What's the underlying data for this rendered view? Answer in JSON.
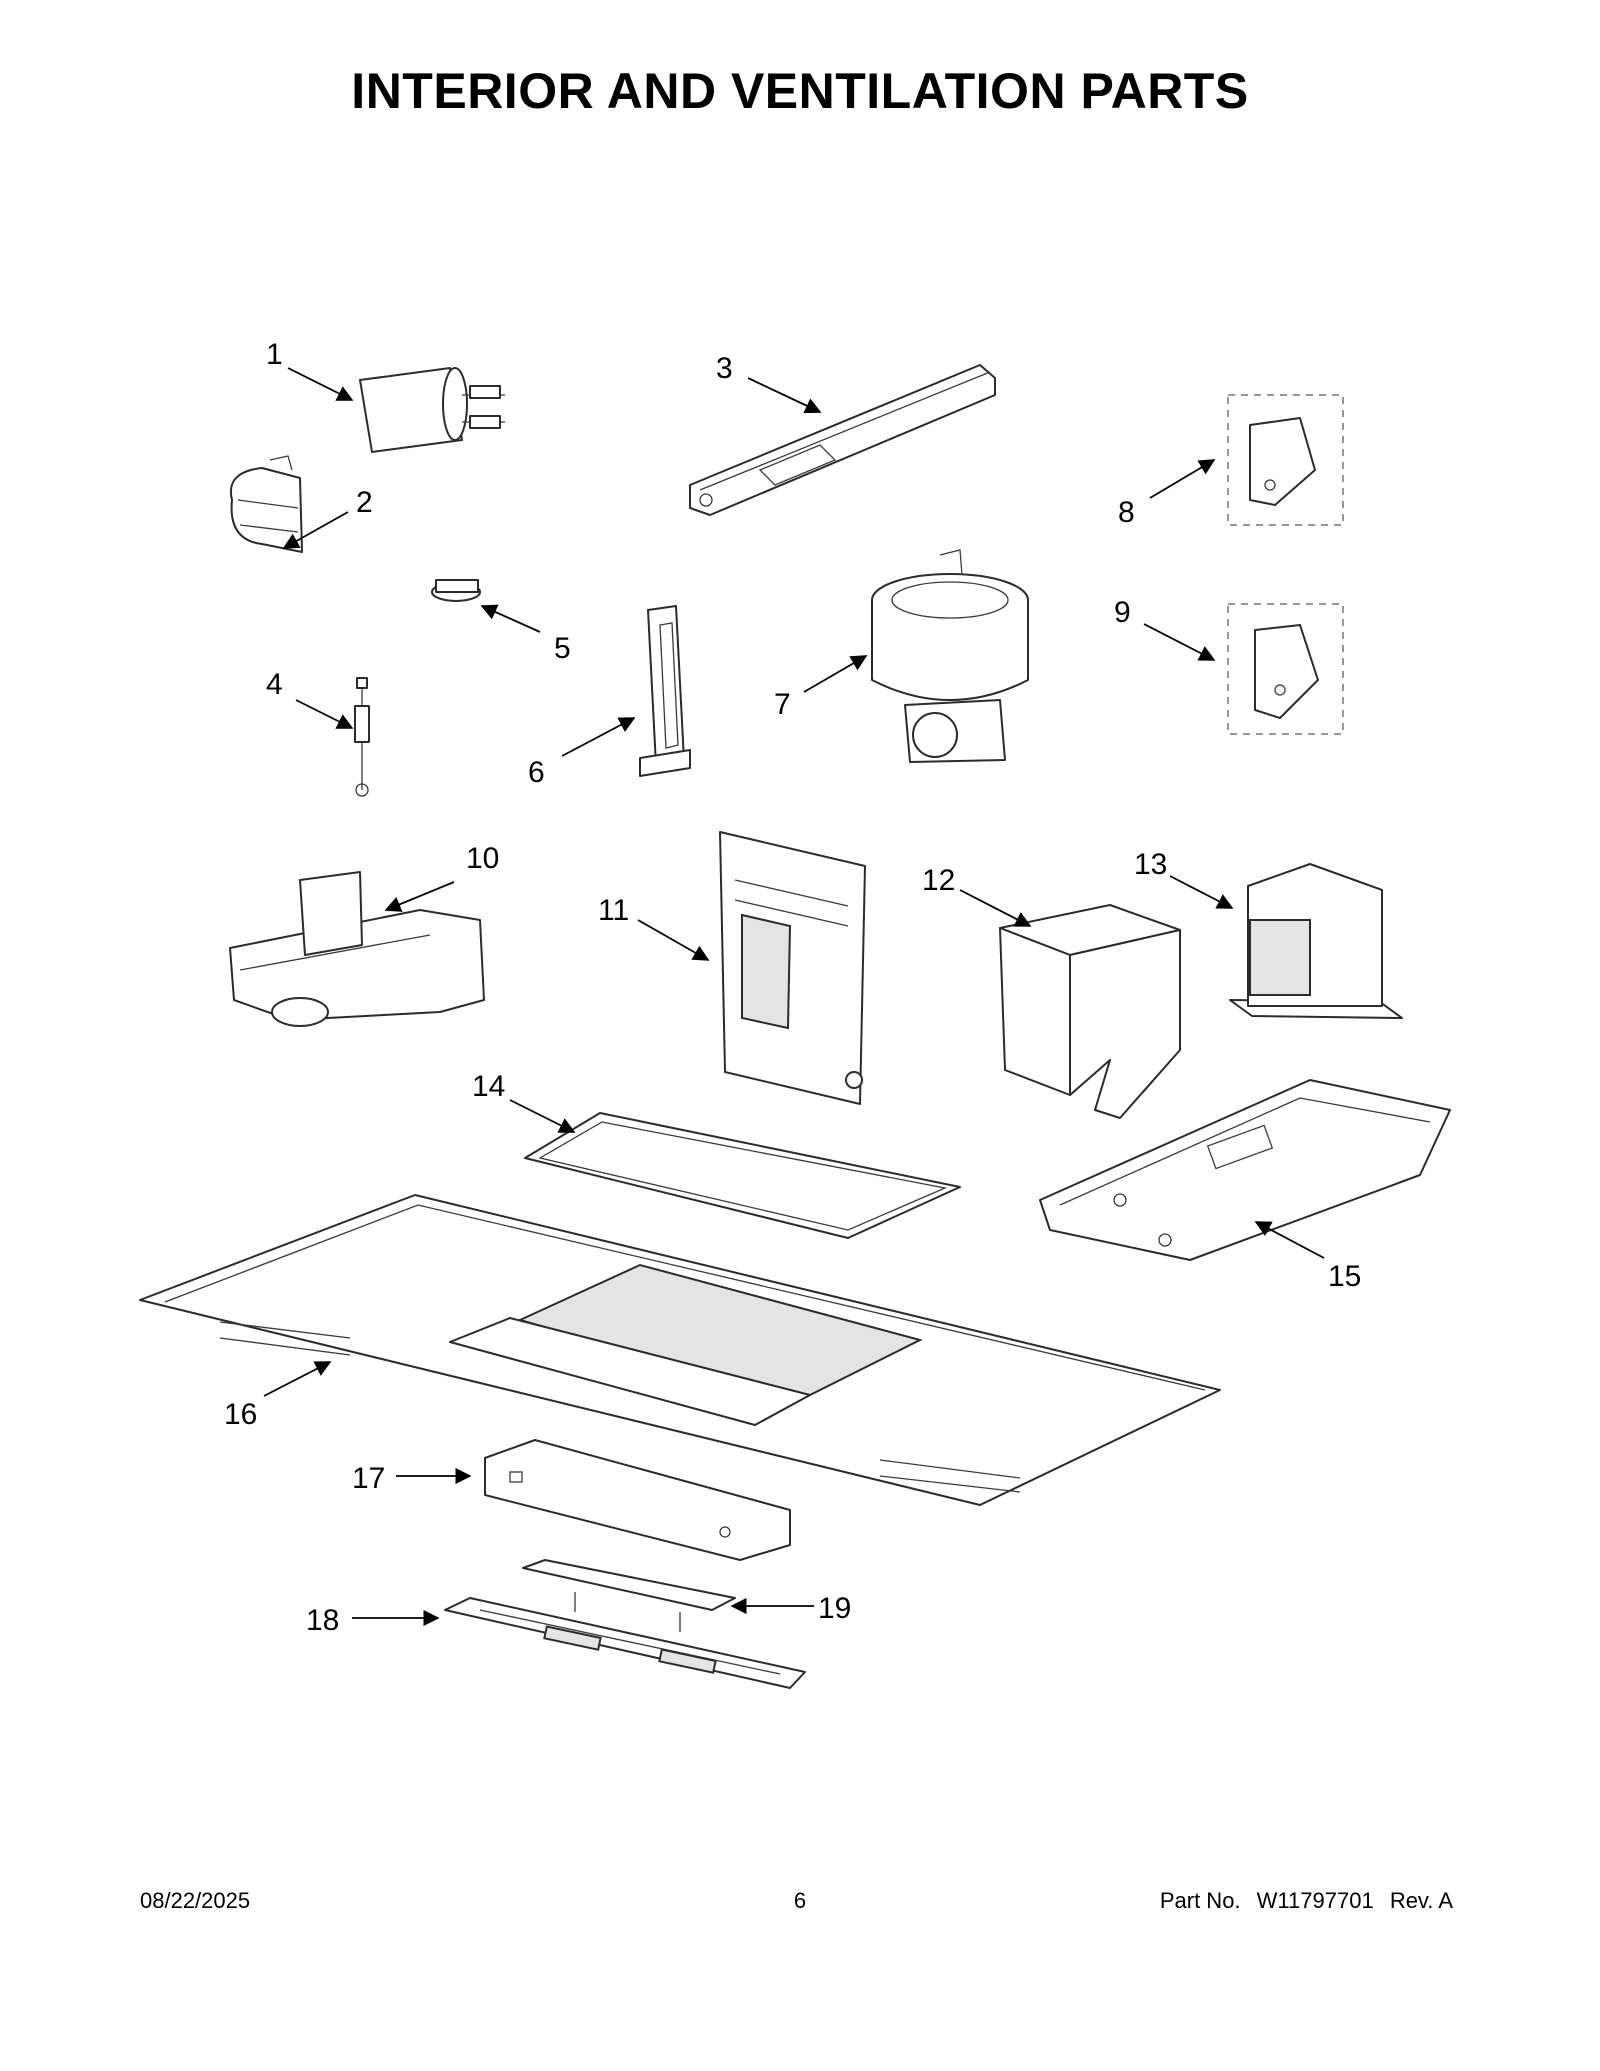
{
  "page": {
    "title": "INTERIOR AND VENTILATION PARTS",
    "date": "08/22/2025",
    "page_number": "6",
    "part_label": "Part No.",
    "part_number": "W11797701",
    "revision": "Rev.  A"
  },
  "callouts": [
    {
      "id": "1",
      "label": "1"
    },
    {
      "id": "2",
      "label": "2"
    },
    {
      "id": "3",
      "label": "3"
    },
    {
      "id": "4",
      "label": "4"
    },
    {
      "id": "5",
      "label": "5"
    },
    {
      "id": "6",
      "label": "6"
    },
    {
      "id": "7",
      "label": "7"
    },
    {
      "id": "8",
      "label": "8"
    },
    {
      "id": "9",
      "label": "9"
    },
    {
      "id": "10",
      "label": "10"
    },
    {
      "id": "11",
      "label": "11"
    },
    {
      "id": "12",
      "label": "12"
    },
    {
      "id": "13",
      "label": "13"
    },
    {
      "id": "14",
      "label": "14"
    },
    {
      "id": "15",
      "label": "15"
    },
    {
      "id": "16",
      "label": "16"
    },
    {
      "id": "17",
      "label": "17"
    },
    {
      "id": "18",
      "label": "18"
    },
    {
      "id": "19",
      "label": "19"
    }
  ]
}
